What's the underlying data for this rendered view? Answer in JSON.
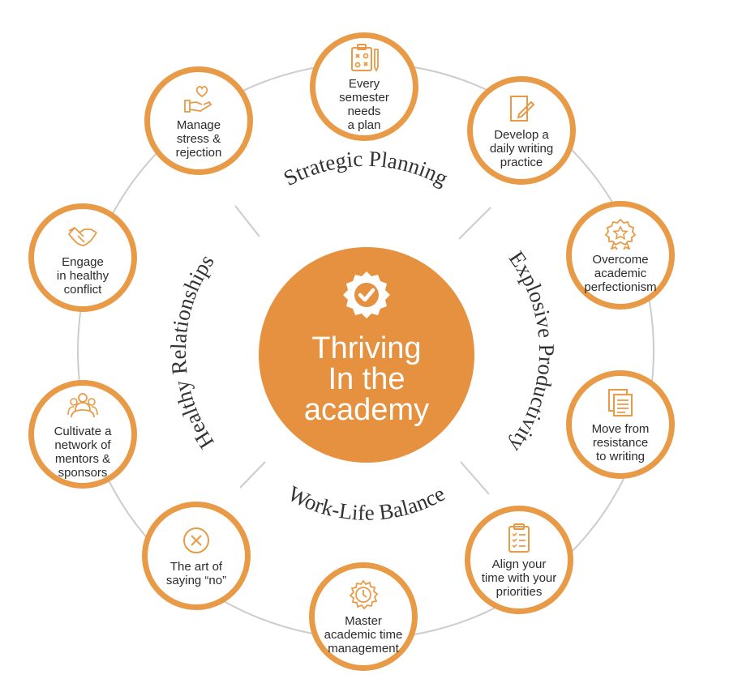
{
  "center": {
    "title": "Thriving\nIn the\nacademy",
    "icon": "badge-check-icon"
  },
  "quadrants": {
    "strategic": "Strategic Planning",
    "productivity": "Explosive Productivity",
    "balance": "Work-Life Balance",
    "relationships": "Healthy Relationships"
  },
  "nodes": {
    "semester_plan": {
      "label": "Every\nsemester\nneeds\na plan",
      "icon": "strategy-board-icon"
    },
    "writing_practice": {
      "label": "Develop a\ndaily writing\npractice",
      "icon": "document-pen-icon"
    },
    "perfectionism": {
      "label": "Overcome\nacademic\nperfectionism",
      "icon": "award-ribbon-icon"
    },
    "resistance": {
      "label": "Move from\nresistance\nto writing",
      "icon": "stacked-documents-icon"
    },
    "priorities": {
      "label": "Align your\ntime with your\npriorities",
      "icon": "checklist-clipboard-icon"
    },
    "time_mgmt": {
      "label": "Master\nacademic time\nmanagement",
      "icon": "gear-clock-icon"
    },
    "saying_no": {
      "label": "The art of\nsaying “no”",
      "icon": "circle-x-icon"
    },
    "network": {
      "label": "Cultivate a\nnetwork of\nmentors &\nsponsors",
      "icon": "people-group-icon"
    },
    "conflict": {
      "label": "Engage\nin healthy\nconflict",
      "icon": "handshake-icon"
    },
    "stress": {
      "label": "Manage\nstress &\nrejection",
      "icon": "hand-heart-icon"
    }
  },
  "colors": {
    "accent": "#e89a47",
    "center_fill": "#e5913f",
    "ring_line": "#cccccc",
    "text": "#2b2b2b"
  }
}
